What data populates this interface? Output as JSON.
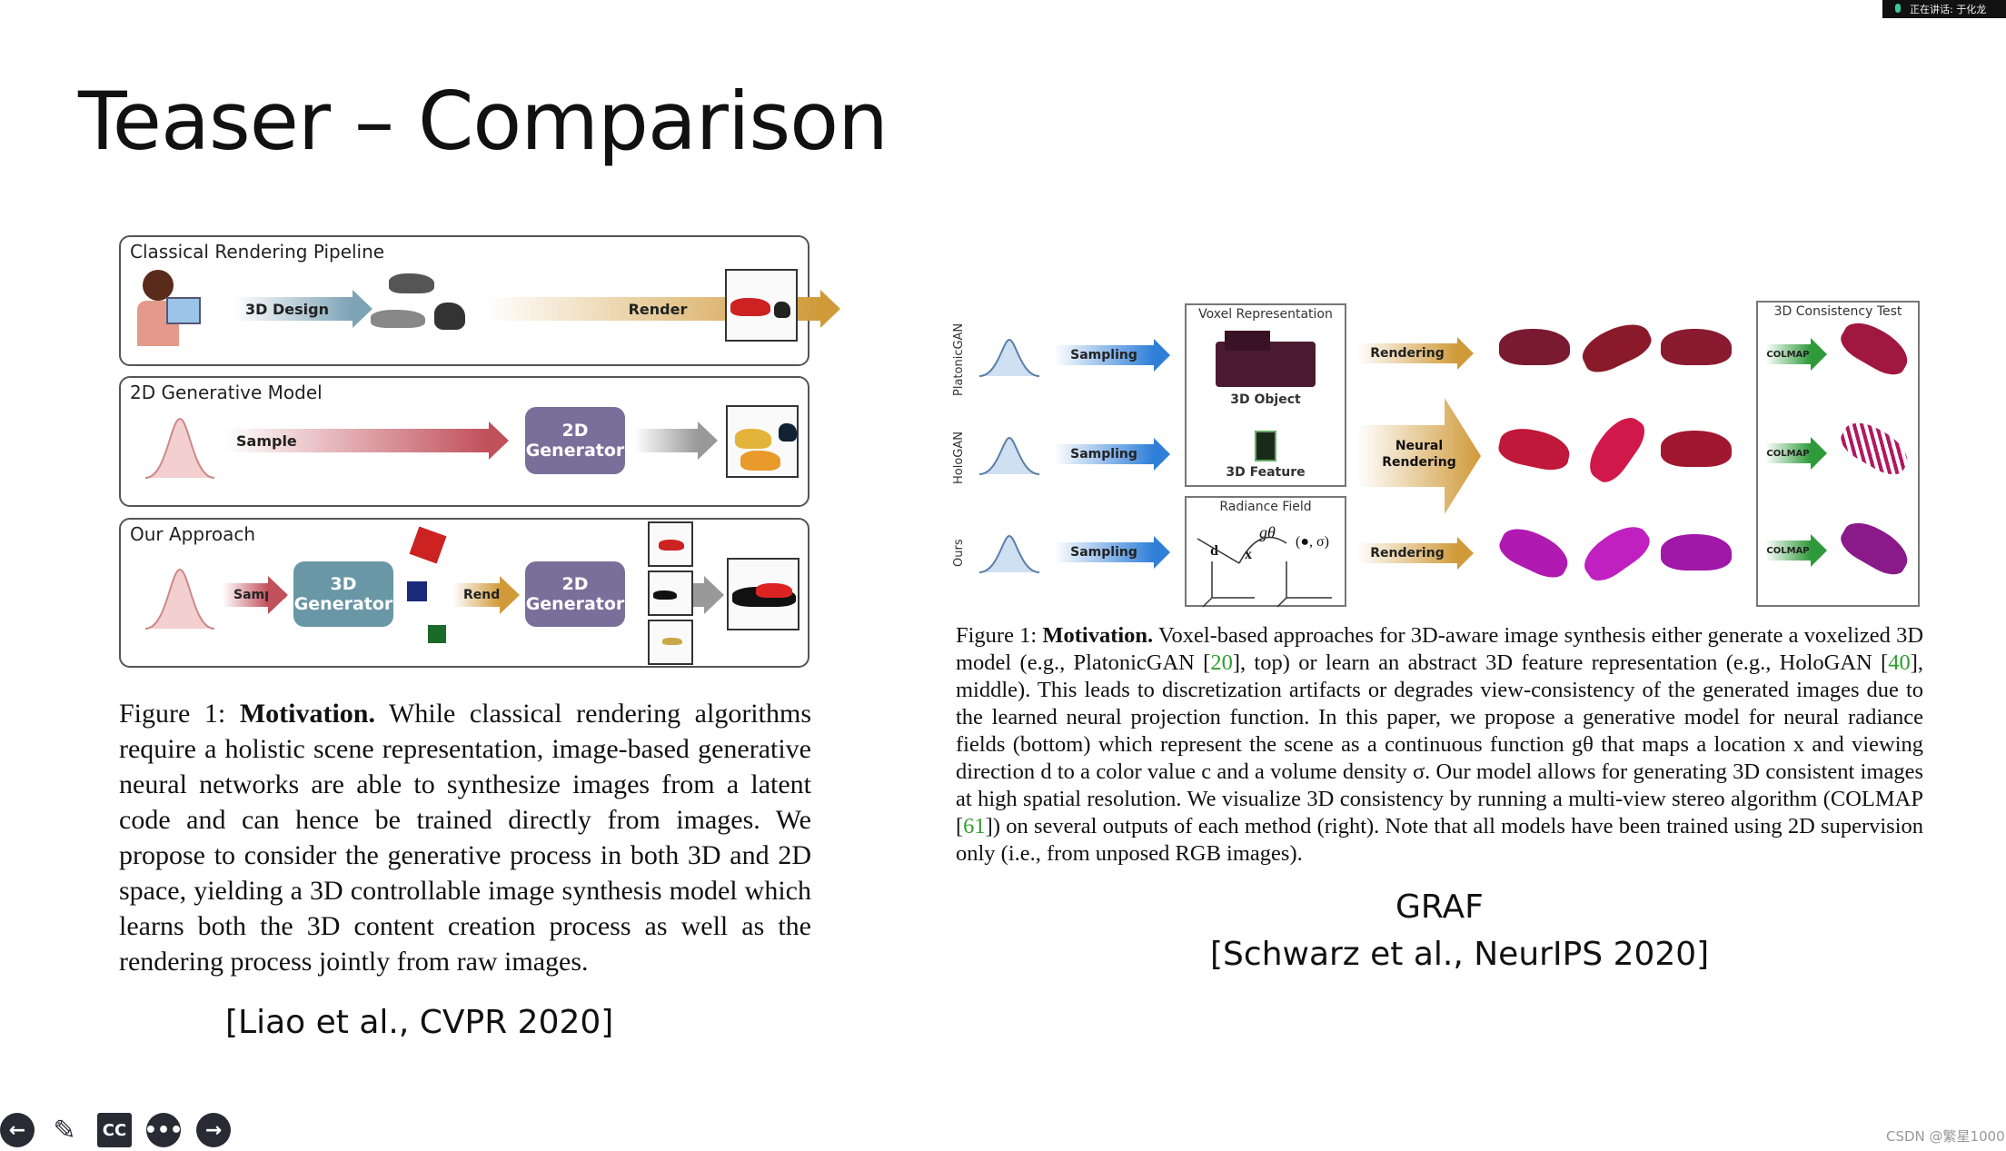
{
  "slide": {
    "title": "Teaser – Comparison",
    "speaker_badge": "正在讲话: 于化龙",
    "left_figure": {
      "panels": [
        {
          "heading": "Classical Rendering Pipeline",
          "arrow1": "3D Design",
          "arrow2": "Render"
        },
        {
          "heading": "2D Generative Model",
          "arrow1": "Sample",
          "generator": "2D Generator"
        },
        {
          "heading": "Our Approach",
          "arrow1": "Sample",
          "generator3d": "3D Generator",
          "arrow2": "Render",
          "generator2d": "2D Generator"
        }
      ],
      "caption_label": "Figure 1:",
      "caption_bold": "Motivation.",
      "caption_text": "While classical rendering algorithms require a holistic scene representation, image-based generative neural networks are able to synthesize images from a latent code and can hence be trained directly from images. We propose to consider the generative process in both 3D and 2D space, yielding a 3D controllable image synthesis model which learns both the 3D content creation process as well as the rendering process jointly from raw images.",
      "citation": "[Liao et al., CVPR 2020]"
    },
    "right_figure": {
      "rows": [
        {
          "label": "PlatonicGAN",
          "sampling": "Sampling",
          "rendering": "Rendering",
          "colmap": "COLMAP"
        },
        {
          "label": "HoloGAN",
          "sampling": "Sampling",
          "rendering": "Neural Rendering",
          "colmap": "COLMAP"
        },
        {
          "label": "Ours",
          "sampling": "Sampling",
          "rendering": "Rendering",
          "colmap": "COLMAP"
        }
      ],
      "voxel_box": {
        "heading": "Voxel Representation",
        "object": "3D Object",
        "feature": "3D Feature"
      },
      "radiance_box": {
        "heading": "Radiance Field",
        "g": "gθ",
        "d": "d",
        "x": "x",
        "out": "(●, σ)"
      },
      "consistency_heading": "3D Consistency Test",
      "caption_label": "Figure 1:",
      "caption_bold": "Motivation.",
      "caption_p1": "Voxel-based approaches for 3D-aware image synthesis either generate a voxelized 3D model (e.g., PlatonicGAN [",
      "ref1": "20",
      "caption_p2": "], top) or learn an abstract 3D feature representation (e.g., HoloGAN [",
      "ref2": "40",
      "caption_p3": "], middle). This leads to discretization artifacts or degrades view-consistency of the generated images due to the learned neural projection function. In this paper, we propose a generative model for neural radiance fields (bottom) which represent the scene as a continuous function gθ that maps a location x and viewing direction d to a color value c and a volume density σ. Our model allows for generating 3D consistent images at high spatial resolution. We visualize 3D consistency by running a multi-view stereo algorithm (COLMAP [",
      "ref3": "61",
      "caption_p4": "]) on several outputs of each method (right). Note that all models have been trained using 2D supervision only (i.e., from unposed RGB images).",
      "ref_color": "#2e9e2e",
      "citation_name": "GRAF",
      "citation": "[Schwarz et al., NeurIPS 2020]"
    }
  },
  "controls": {
    "prev": "previous-slide",
    "pen": "pen",
    "cc": "CC",
    "more": "more",
    "next": "next-slide"
  },
  "watermark": "CSDN @繁星1000"
}
